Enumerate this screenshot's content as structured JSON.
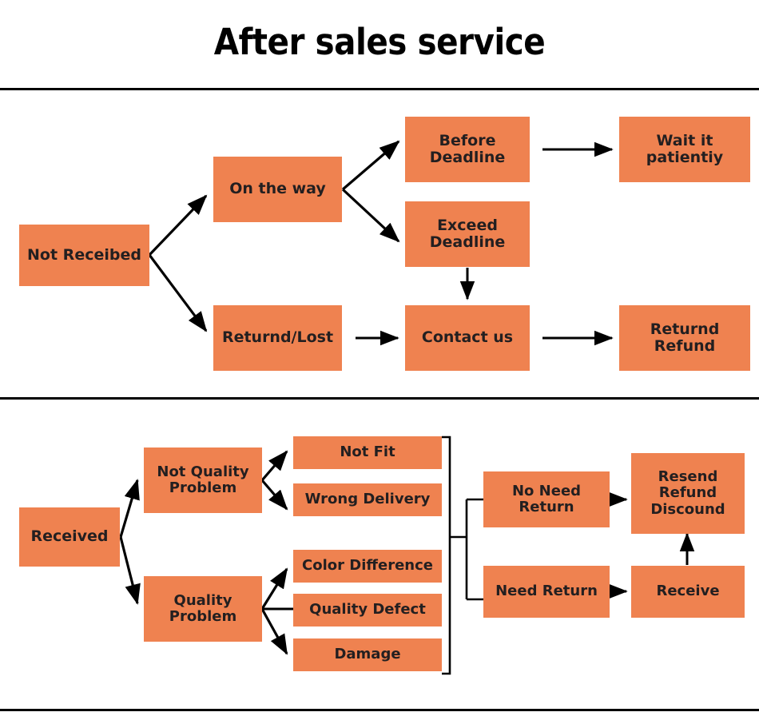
{
  "page": {
    "title": "After sales service",
    "accent_color": "#ef8250",
    "text_color": "#231f20",
    "line_color": "#000000",
    "background": "#ffffff"
  },
  "section_not_received": {
    "nodes": {
      "not_received": "Not Receibed",
      "on_the_way": "On the way",
      "returnd_lost": "Returnd/Lost",
      "before_deadline": "Before\nDeadline",
      "before_deadline_line1": "Before",
      "before_deadline_line2": "Deadline",
      "exceed_deadline_line1": "Exceed",
      "exceed_deadline_line2": "Deadline",
      "wait_it_patiently_line1": "Wait it",
      "wait_it_patiently_line2": "patientiy",
      "contact_us": "Contact us",
      "returnd_refund_line1": "Returnd",
      "returnd_refund_line2": "Refund"
    },
    "edges": [
      {
        "from": "not_received",
        "to": "on_the_way",
        "type": "arrow-diagonal-up"
      },
      {
        "from": "not_received",
        "to": "returnd_lost",
        "type": "arrow-diagonal-down"
      },
      {
        "from": "on_the_way",
        "to": "before_deadline",
        "type": "arrow-diagonal-up"
      },
      {
        "from": "on_the_way",
        "to": "exceed_deadline",
        "type": "arrow-diagonal-down"
      },
      {
        "from": "before_deadline",
        "to": "wait_it_patiently",
        "type": "arrow-right"
      },
      {
        "from": "exceed_deadline",
        "to": "contact_us",
        "type": "arrow-down"
      },
      {
        "from": "returnd_lost",
        "to": "contact_us",
        "type": "arrow-right"
      },
      {
        "from": "contact_us",
        "to": "returnd_refund",
        "type": "arrow-right"
      }
    ]
  },
  "section_received": {
    "nodes": {
      "received": "Received",
      "not_quality_problem_line1": "Not Quality",
      "not_quality_problem_line2": "Problem",
      "quality_problem_line1": "Quality",
      "quality_problem_line2": "Problem",
      "not_fit": "Not Fit",
      "wrong_delivery": "Wrong Delivery",
      "color_difference": "Color Difference",
      "quality_defect": "Quality Defect",
      "damage": "Damage",
      "no_need_return_line1": "No Need",
      "no_need_return_line2": "Return",
      "need_return": "Need Return",
      "receive": "Receive",
      "resend_refund_discound_line1": "Resend",
      "resend_refund_discound_line2": "Refund",
      "resend_refund_discound_line3": "Discound"
    },
    "edges": [
      {
        "from": "received",
        "to": "not_quality_problem",
        "type": "arrow-diagonal-up"
      },
      {
        "from": "received",
        "to": "quality_problem",
        "type": "arrow-diagonal-down"
      },
      {
        "from": "not_quality_problem",
        "to": "not_fit",
        "type": "arrow-diagonal-up"
      },
      {
        "from": "not_quality_problem",
        "to": "wrong_delivery",
        "type": "arrow-diagonal-down"
      },
      {
        "from": "quality_problem",
        "to": "color_difference",
        "type": "arrow-diagonal-up"
      },
      {
        "from": "quality_problem",
        "to": "quality_defect",
        "type": "line-right"
      },
      {
        "from": "quality_problem",
        "to": "damage",
        "type": "arrow-diagonal-down"
      },
      {
        "from": "issue-group",
        "to": "no_need_return",
        "type": "bracket"
      },
      {
        "from": "issue-group",
        "to": "need_return",
        "type": "bracket"
      },
      {
        "from": "no_need_return",
        "to": "resend_refund_discound",
        "type": "arrow-right"
      },
      {
        "from": "need_return",
        "to": "receive",
        "type": "arrow-right"
      },
      {
        "from": "receive",
        "to": "resend_refund_discound",
        "type": "arrow-up"
      }
    ]
  }
}
